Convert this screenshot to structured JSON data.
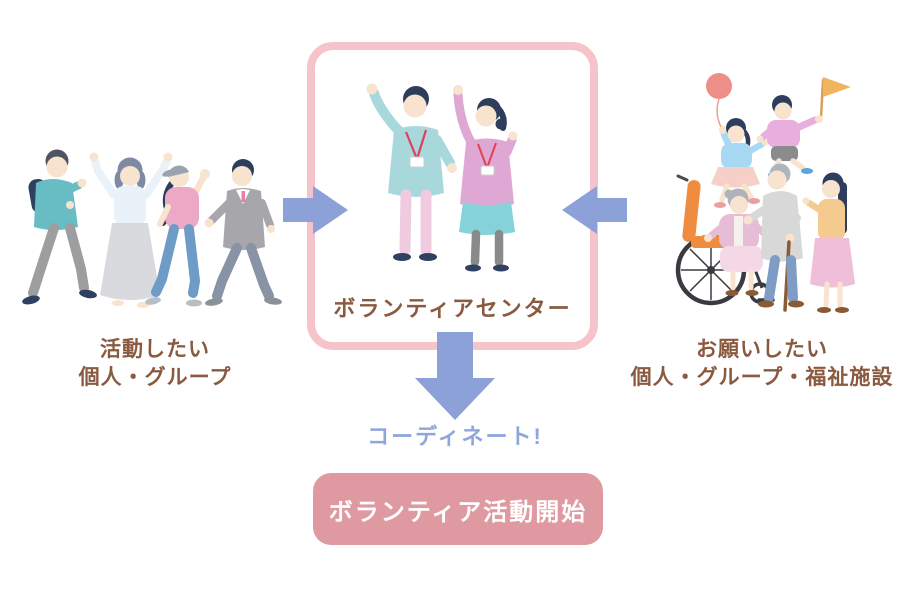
{
  "diagram": {
    "left_group": {
      "label_line1": "活動したい",
      "label_line2": "個人・グループ",
      "illustration": "four-volunteers-walking"
    },
    "center": {
      "label": "ボランティアセンター",
      "illustration": "two-staff-waving-with-id-lanyards"
    },
    "right_group": {
      "label_line1": "お願いしたい",
      "label_line2": "個人・グループ・福祉施設",
      "illustration": "children-elderly-wheelchair-care-group"
    },
    "flow": {
      "coordinate_label": "コーディネート!",
      "result_label": "ボランティア活動開始"
    },
    "colors": {
      "box_border_pink": "#f6c3ca",
      "arrow_blue": "#8ca1d8",
      "coordinate_text_blue": "#8ea6dc",
      "label_brown": "#8a5a40",
      "button_pink": "#df99a1",
      "button_text": "#ffffff"
    }
  }
}
